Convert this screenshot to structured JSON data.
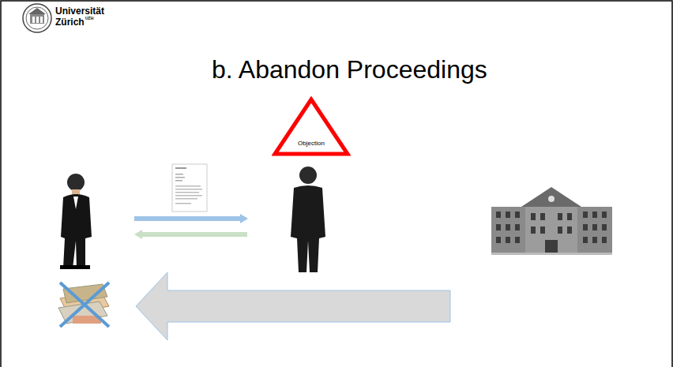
{
  "diagram": {
    "title": "b. Abandon Proceedings",
    "nodes": [
      {
        "text": [
          "Objection"
        ]
      }
    ],
    "labels": [
      "Universität",
      "Zürich",
      "UZH"
    ]
  }
}
